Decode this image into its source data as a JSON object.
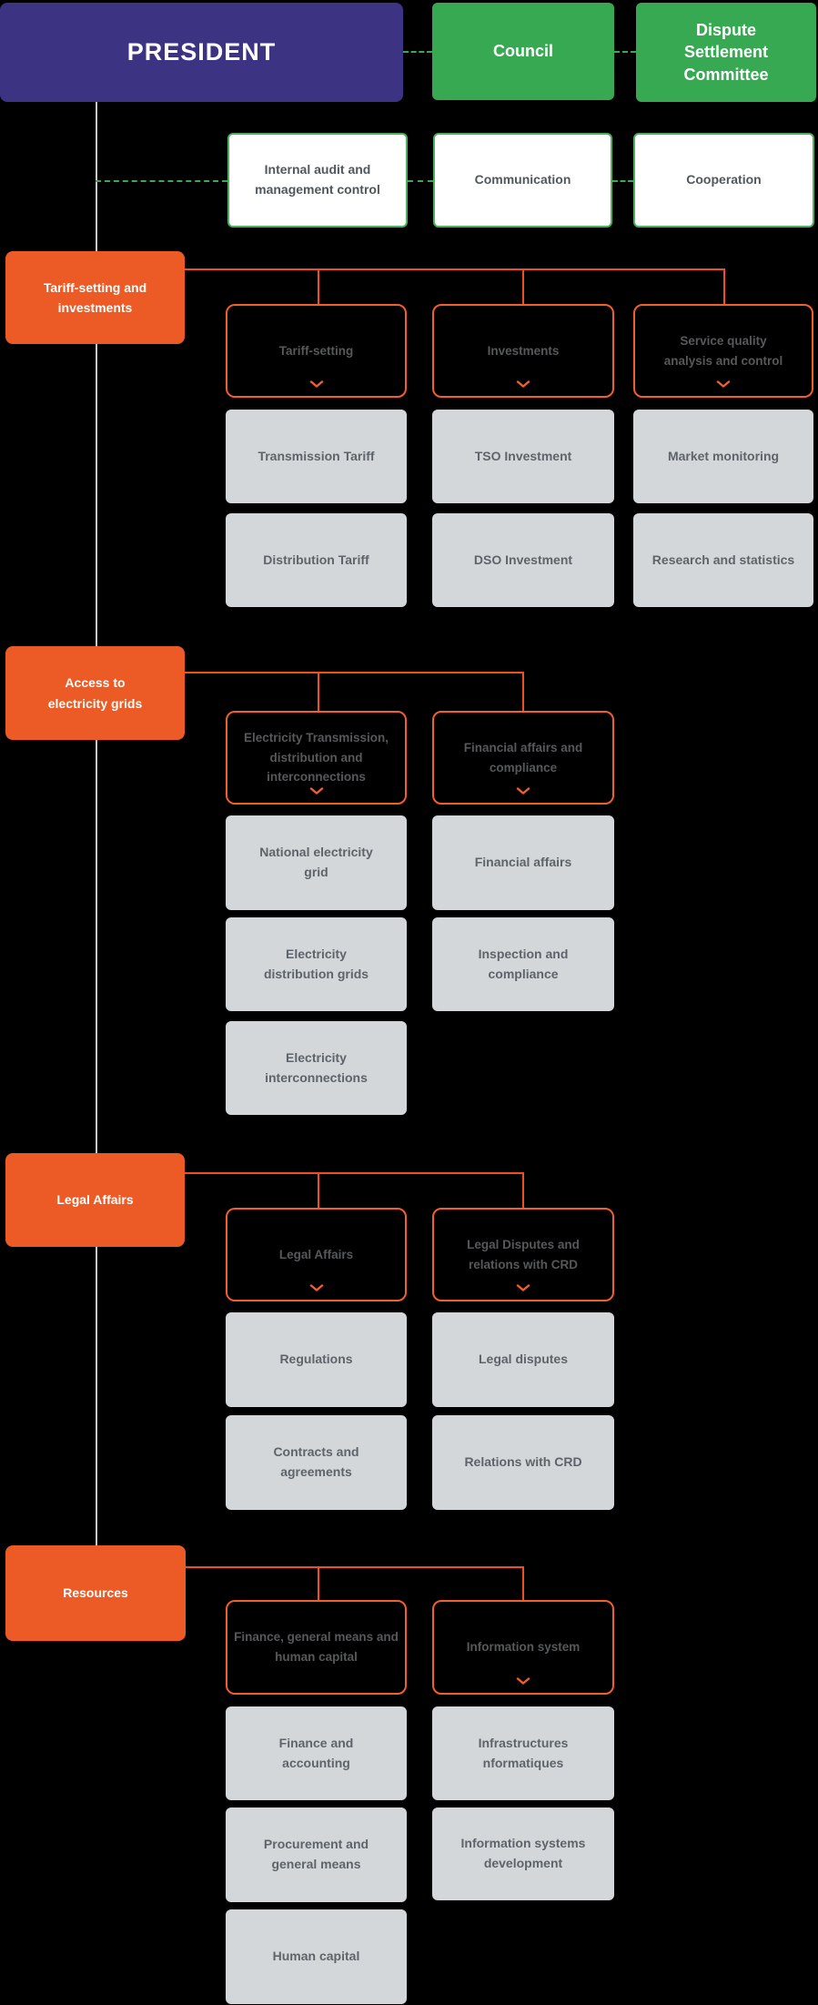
{
  "colors": {
    "president_purple": "#3d3383",
    "committee_green": "#38a953",
    "section_orange": "#ec5b26",
    "connector_orange": "#f04f1f",
    "head_border_orange": "#f15f2c",
    "card_gray": "#d4d7d9",
    "staff_border_green": "#4bb15d",
    "tree_line_gray": "#c9c9c9"
  },
  "icons": {
    "expand": "chevron-down"
  },
  "top": {
    "president": "PRESIDENT",
    "council": "Council",
    "dispute_committee": "Dispute Settlement Committee"
  },
  "staff": {
    "internal_audit": "Internal audit and management control",
    "communication": "Communication",
    "cooperation": "Cooperation"
  },
  "sections": [
    {
      "title": "Tariff-setting and investments",
      "groups": [
        {
          "heading": "Tariff-setting",
          "items": [
            "Transmission Tariff",
            "Distribution Tariff"
          ]
        },
        {
          "heading": "Investments",
          "items": [
            "TSO Investment",
            "DSO Investment"
          ]
        },
        {
          "heading": "Service quality analysis and control",
          "items": [
            "Market monitoring",
            "Research and statistics"
          ]
        }
      ]
    },
    {
      "title": "Access to electricity grids",
      "groups": [
        {
          "heading": "Electricity Transmission, distribution and interconnections",
          "items": [
            "National electricity grid",
            "Electricity distribution grids",
            "Electricity interconnections"
          ]
        },
        {
          "heading": "Financial affairs and compliance",
          "items": [
            "Financial affairs",
            "Inspection and compliance"
          ]
        }
      ]
    },
    {
      "title": "Legal Affairs",
      "groups": [
        {
          "heading": "Legal Affairs",
          "items": [
            "Regulations",
            "Contracts and agreements"
          ]
        },
        {
          "heading": "Legal Disputes and relations with CRD",
          "items": [
            "Legal disputes",
            "Relations with CRD"
          ]
        }
      ]
    },
    {
      "title": "Resources",
      "groups": [
        {
          "heading": "Finance, general means and human capital",
          "items": [
            "Finance and accounting",
            "Procurement and general means",
            "Human capital"
          ]
        },
        {
          "heading": "Information system",
          "items": [
            "Infrastructures nformatiques",
            "Information systems development"
          ]
        }
      ]
    }
  ]
}
